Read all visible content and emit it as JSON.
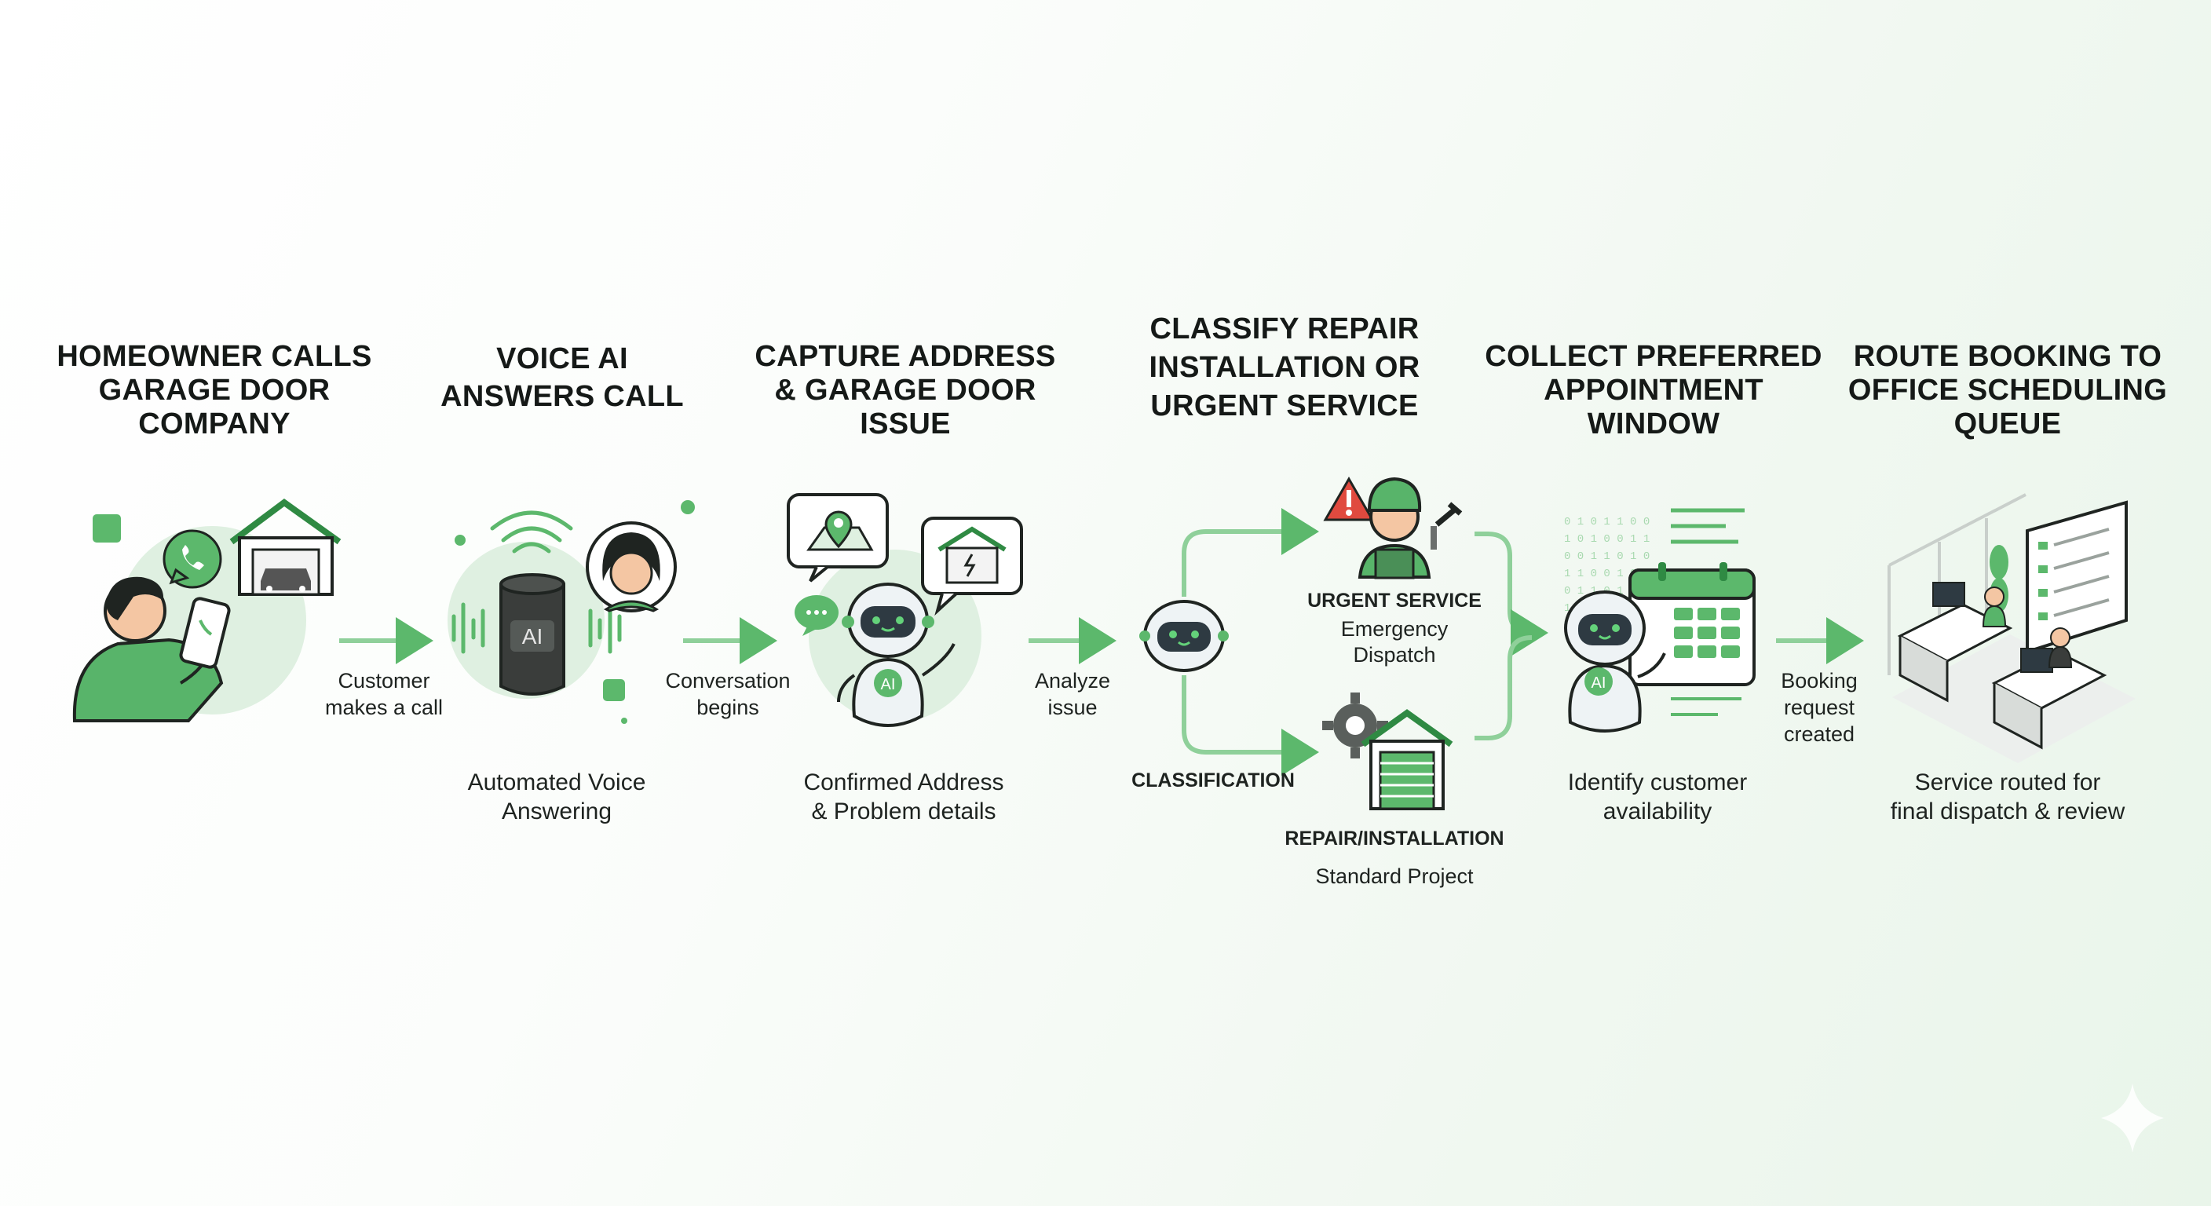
{
  "steps": [
    {
      "title": [
        "HOMEOWNER CALLS",
        "GARAGE DOOR",
        "COMPANY"
      ],
      "caption": []
    },
    {
      "title": [
        "VOICE AI",
        "ANSWERS CALL"
      ],
      "caption": [
        "Automated Voice",
        "Answering"
      ],
      "icon_text": "AI"
    },
    {
      "title": [
        "CAPTURE ADDRESS",
        "& GARAGE DOOR",
        "ISSUE"
      ],
      "caption": [
        "Confirmed Address",
        "& Problem details"
      ],
      "icon_text": "AI"
    },
    {
      "title": [
        "CLASSIFY REPAIR",
        "INSTALLATION OR",
        "URGENT SERVICE"
      ],
      "caption": [
        "CLASSIFICATION"
      ]
    },
    {
      "title": [
        "COLLECT PREFERRED",
        "APPOINTMENT",
        "WINDOW"
      ],
      "caption": [
        "Identify customer",
        "availability"
      ],
      "icon_text": "AI"
    },
    {
      "title": [
        "ROUTE BOOKING TO",
        "OFFICE SCHEDULING",
        "QUEUE"
      ],
      "caption": [
        "Service routed for",
        "final dispatch & review"
      ]
    }
  ],
  "connectors": [
    [
      "Customer",
      "makes a call"
    ],
    [
      "Conversation",
      "begins"
    ],
    [
      "Analyze",
      "issue"
    ],
    [
      "Booking",
      "request",
      "created"
    ]
  ],
  "branches": {
    "urgent": {
      "label": "URGENT SERVICE",
      "detail": [
        "Emergency",
        "Dispatch"
      ]
    },
    "repair": {
      "label": "REPAIR/INSTALLATION",
      "detail": [
        "Standard Project"
      ]
    }
  },
  "colors": {
    "accent": "#5cb86c",
    "accent_dark": "#2f8a43",
    "accent_light": "#dff0e1",
    "ink": "#1f2421"
  },
  "icons": [
    "person-phone-icon",
    "whatsapp-icon",
    "garage-icon",
    "smart-speaker-icon",
    "sound-wave-icon",
    "woman-avatar-icon",
    "robot-icon",
    "map-pin-icon",
    "chat-bubble-icon",
    "warning-icon",
    "worker-icon",
    "gear-icon",
    "calendar-icon",
    "office-desk-icon",
    "sparkle-icon"
  ]
}
